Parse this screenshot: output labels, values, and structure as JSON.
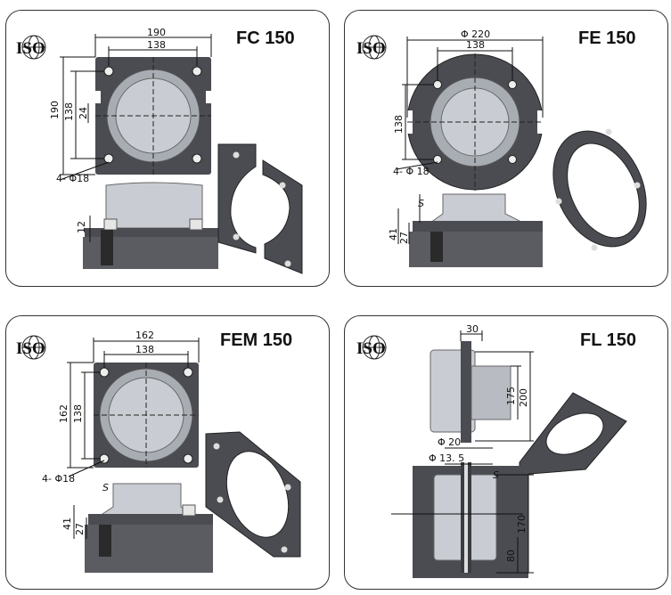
{
  "panels": [
    {
      "id": "fc150",
      "title": "FC 150",
      "logo": "ISO",
      "dims": {
        "outer_w": "190",
        "inner_w": "138",
        "outer_h": "190",
        "inner_h": "138",
        "small": "24",
        "holes": "4- Φ18",
        "height": "12"
      }
    },
    {
      "id": "fe150",
      "title": "FE 150",
      "logo": "ISO",
      "dims": {
        "outer_d": "Φ 220",
        "inner_w": "138",
        "inner_h": "138",
        "holes": "4- Φ 18",
        "s": "S",
        "h1": "41",
        "h2": "27"
      }
    },
    {
      "id": "fem150",
      "title": "FEM 150",
      "logo": "ISO",
      "dims": {
        "outer_w": "162",
        "inner_w": "138",
        "outer_h": "162",
        "inner_h": "138",
        "holes": "4- Φ18",
        "s": "S",
        "h1": "41",
        "h2": "27"
      }
    },
    {
      "id": "fl150",
      "title": "FL 150",
      "logo": "ISO",
      "dims": {
        "thick": "30",
        "h1": "175",
        "h2": "200",
        "d1": "Φ 20",
        "d2": "Φ 13. 5",
        "s": "S",
        "h3": "170",
        "h4": "80"
      }
    }
  ],
  "colors": {
    "steel_dark": "#4a4c52",
    "steel_light": "#c9cdd3",
    "line": "#111111",
    "border": "#333333"
  }
}
